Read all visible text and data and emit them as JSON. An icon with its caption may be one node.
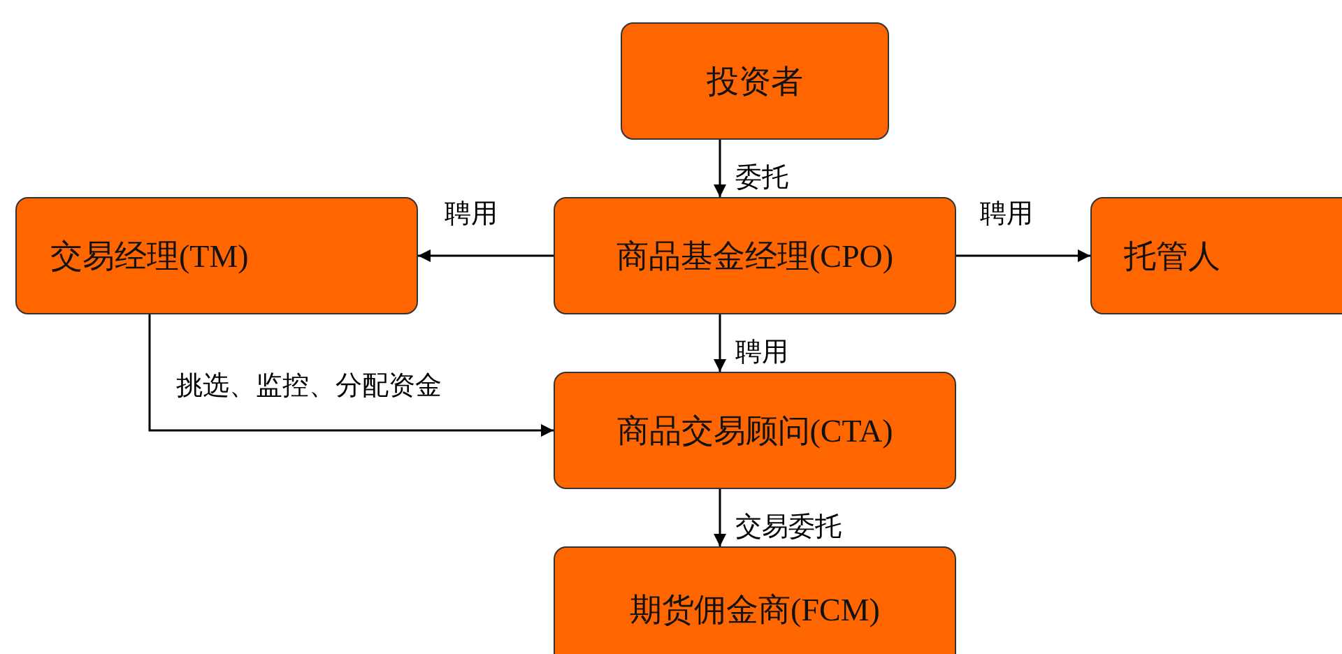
{
  "diagram": {
    "nodes": [
      {
        "text": [
          "投资者"
        ]
      },
      {
        "text": [
          "交易经理(TM)"
        ]
      },
      {
        "text": [
          "商品基金经理(CPO)"
        ]
      },
      {
        "text": [
          "托管人"
        ]
      },
      {
        "text": [
          "商品交易顾问(CTA)"
        ]
      },
      {
        "text": [
          "期货佣金商(FCM)"
        ]
      }
    ],
    "edges": [
      {
        "from": 0,
        "to": 2,
        "arrow": "to",
        "label": "委托"
      },
      {
        "from": 2,
        "to": 1,
        "arrow": "to",
        "label": "聘用"
      },
      {
        "from": 2,
        "to": 3,
        "arrow": "to",
        "label": "聘用"
      },
      {
        "from": 2,
        "to": 4,
        "arrow": "to",
        "label": "聘用"
      },
      {
        "from": 1,
        "to": 4,
        "arrow": "to",
        "label": "挑选、监控、分配资金"
      },
      {
        "from": 4,
        "to": 5,
        "arrow": "to",
        "label": "交易委托"
      }
    ]
  }
}
